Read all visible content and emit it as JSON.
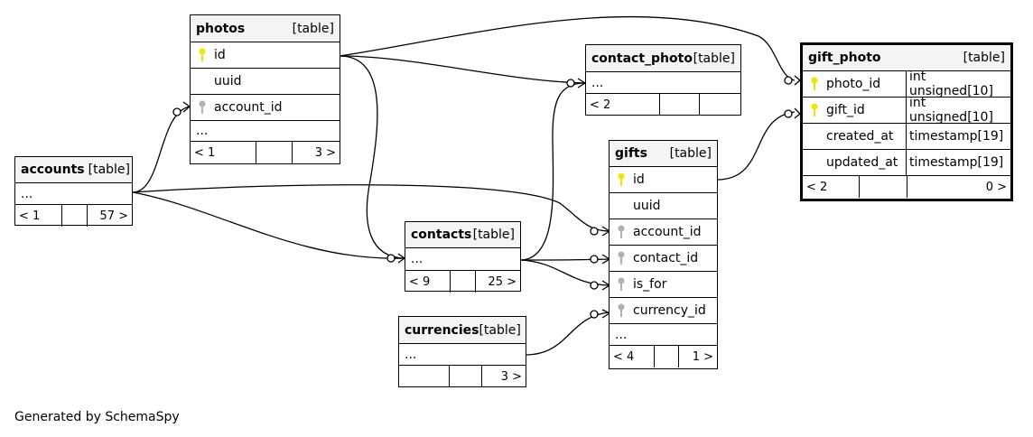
{
  "tables": {
    "photos": {
      "name": "photos",
      "kind": "[table]",
      "columns": [
        "id",
        "uuid",
        "account_id"
      ],
      "more": "...",
      "prev": "< 1",
      "next": "3 >"
    },
    "accounts": {
      "name": "accounts",
      "kind": "[table]",
      "more": "...",
      "prev": "< 1",
      "next": "57 >"
    },
    "contact_photo": {
      "name": "contact_photo",
      "kind": "[table]",
      "more": "...",
      "prev": "< 2"
    },
    "gift_photo": {
      "name": "gift_photo",
      "kind": "[table]",
      "columns": [
        {
          "name": "photo_id",
          "type": "int unsigned[10]"
        },
        {
          "name": "gift_id",
          "type": "int unsigned[10]"
        },
        {
          "name": "created_at",
          "type": "timestamp[19]"
        },
        {
          "name": "updated_at",
          "type": "timestamp[19]"
        }
      ],
      "prev": "< 2",
      "next": "0 >"
    },
    "gifts": {
      "name": "gifts",
      "kind": "[table]",
      "columns": [
        "id",
        "uuid",
        "account_id",
        "contact_id",
        "is_for",
        "currency_id"
      ],
      "more": "...",
      "prev": "< 4",
      "next": "1 >"
    },
    "contacts": {
      "name": "contacts",
      "kind": "[table]",
      "more": "...",
      "prev": "< 9",
      "next": "25 >"
    },
    "currencies": {
      "name": "currencies",
      "kind": "[table]",
      "more": "...",
      "next": "3 >"
    }
  },
  "footer": "Generated by SchemaSpy",
  "colors": {
    "primary_key": "#e8e800",
    "foreign_key": "#b0b0b0",
    "header_bg": "#f4f4f4"
  }
}
